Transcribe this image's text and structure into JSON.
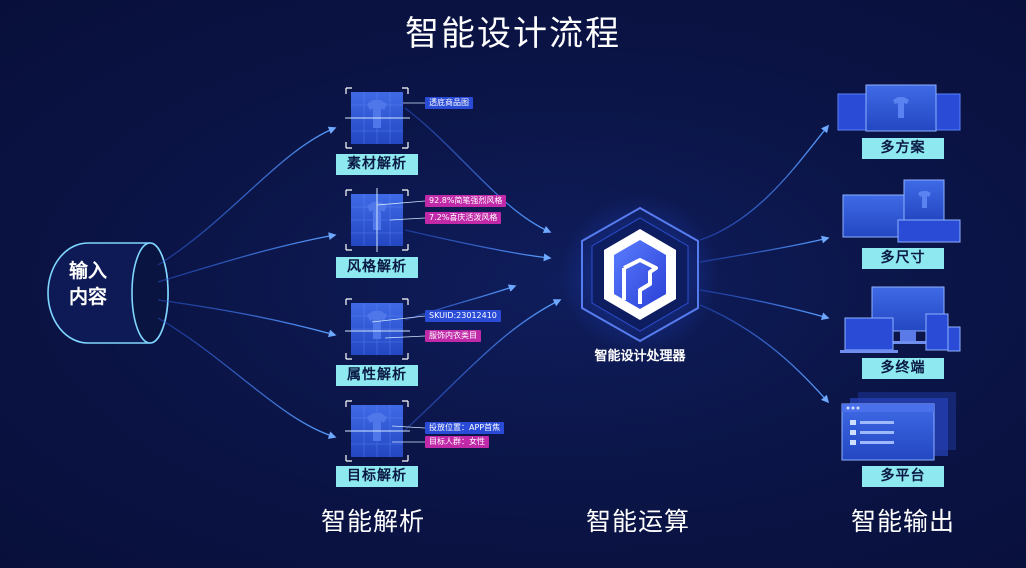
{
  "title": "智能设计流程",
  "input": {
    "line1": "输入",
    "line2": "内容"
  },
  "analysis": [
    {
      "label": "素材解析",
      "chips": [
        {
          "text": "透底商品图",
          "color": "blue"
        }
      ]
    },
    {
      "label": "风格解析",
      "chips": [
        {
          "text": "92.8%简笔强烈风格",
          "color": "magenta"
        },
        {
          "text": "7.2%喜庆活泼风格",
          "color": "magenta"
        }
      ]
    },
    {
      "label": "属性解析",
      "chips": [
        {
          "text": "SKUID:23012410",
          "color": "blue"
        },
        {
          "text": "服饰内衣类目",
          "color": "magenta"
        }
      ]
    },
    {
      "label": "目标解析",
      "chips": [
        {
          "text": "投放位置：APP首焦",
          "color": "blue"
        },
        {
          "text": "目标人群：女性",
          "color": "magenta"
        }
      ]
    }
  ],
  "processor": {
    "label": "智能设计处理器"
  },
  "outputs": [
    {
      "label": "多方案"
    },
    {
      "label": "多尺寸"
    },
    {
      "label": "多终端"
    },
    {
      "label": "多平台"
    }
  ],
  "bottom": {
    "analysis": "智能解析",
    "compute": "智能运算",
    "output": "智能输出"
  },
  "colors": {
    "background": "#0b1446",
    "accent_cyan": "#8ee8ef",
    "line_blue": "#3d7bff",
    "chip_blue": "#2a4bd6",
    "chip_magenta": "#c02aa8"
  }
}
